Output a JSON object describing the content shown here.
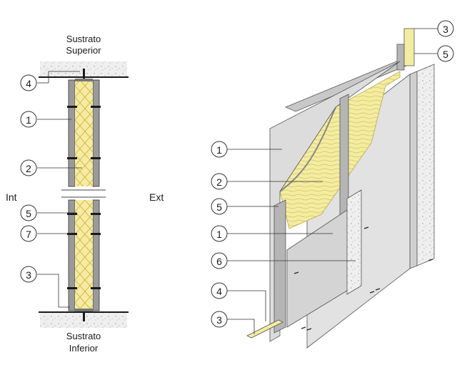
{
  "section": {
    "top_substrate": [
      "Sustrato",
      "Superior"
    ],
    "bottom_substrate": [
      "Sustrato",
      "Inferior"
    ],
    "interior_label": "Int",
    "exterior_label": "Ext",
    "callouts": [
      "4",
      "1",
      "2",
      "5",
      "7",
      "3"
    ]
  },
  "isometric": {
    "callouts_left": [
      "1",
      "2",
      "5",
      "1",
      "6",
      "4",
      "3"
    ],
    "callouts_top": [
      "3",
      "5"
    ]
  },
  "colors": {
    "insulation": "#f3eda3",
    "board": "#d9d9d9",
    "board_edge": "#9a9a9a",
    "stud": "#b5b5b5",
    "line": "#3a3a3a",
    "concrete": "#e8e8e8"
  }
}
